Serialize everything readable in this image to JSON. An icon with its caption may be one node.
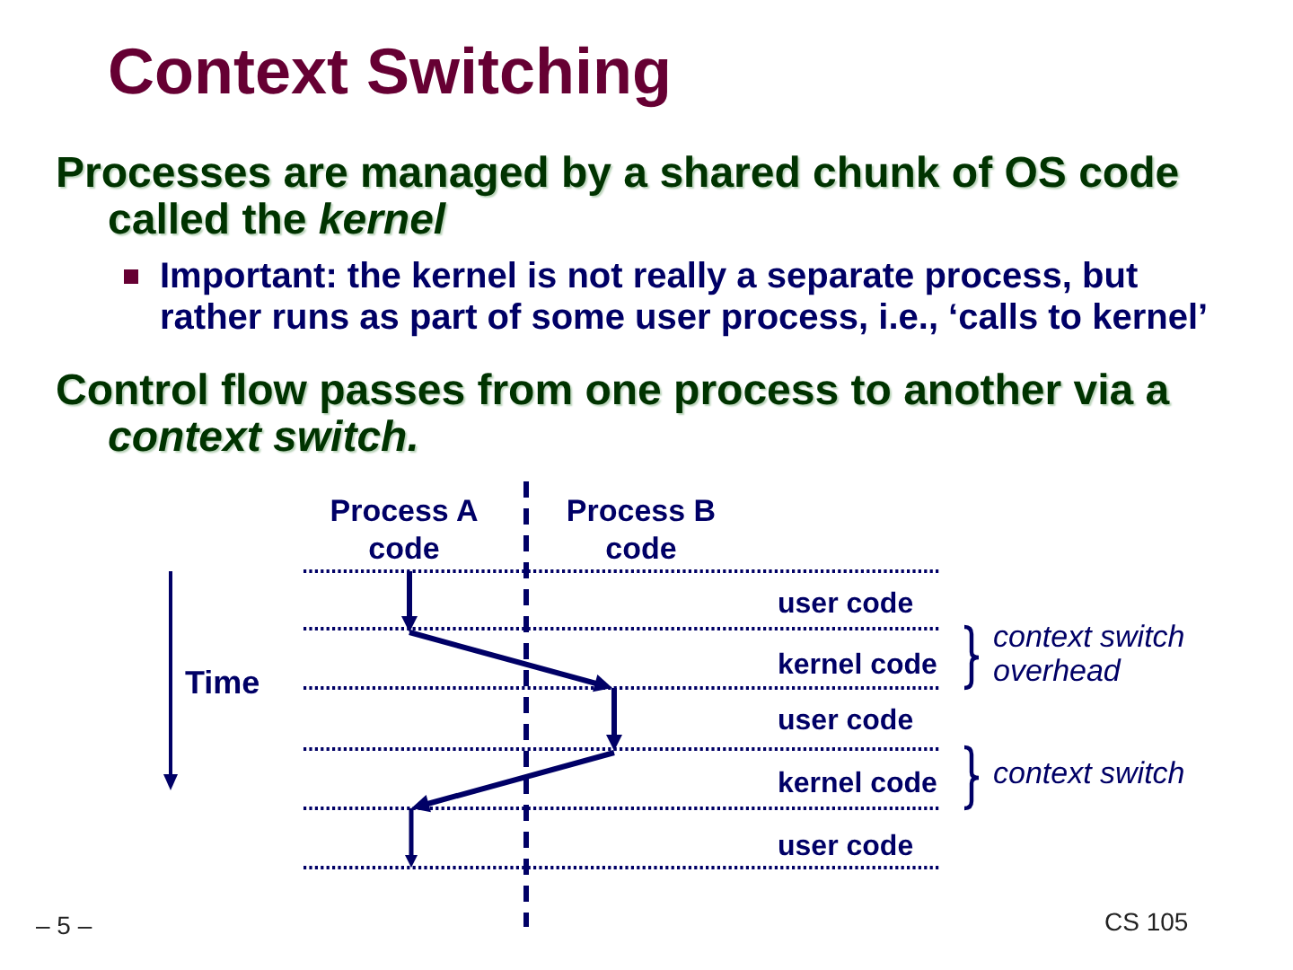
{
  "diagram": {
    "title": "Context Switching",
    "labels": [
      "Processes are managed by a shared chunk of OS code called the *kernel*",
      "Important: the kernel is not really a separate process, but rather runs as part of some user process, i.e., ‘calls to kernel’",
      "Control flow passes from one process to another via a *context switch.*",
      "Process A code",
      "Process B code",
      "user code",
      "Time",
      "kernel code",
      "context switch overhead",
      "user code",
      "kernel code",
      "context switch",
      "user code",
      "– 5 –",
      "CS 105"
    ]
  }
}
